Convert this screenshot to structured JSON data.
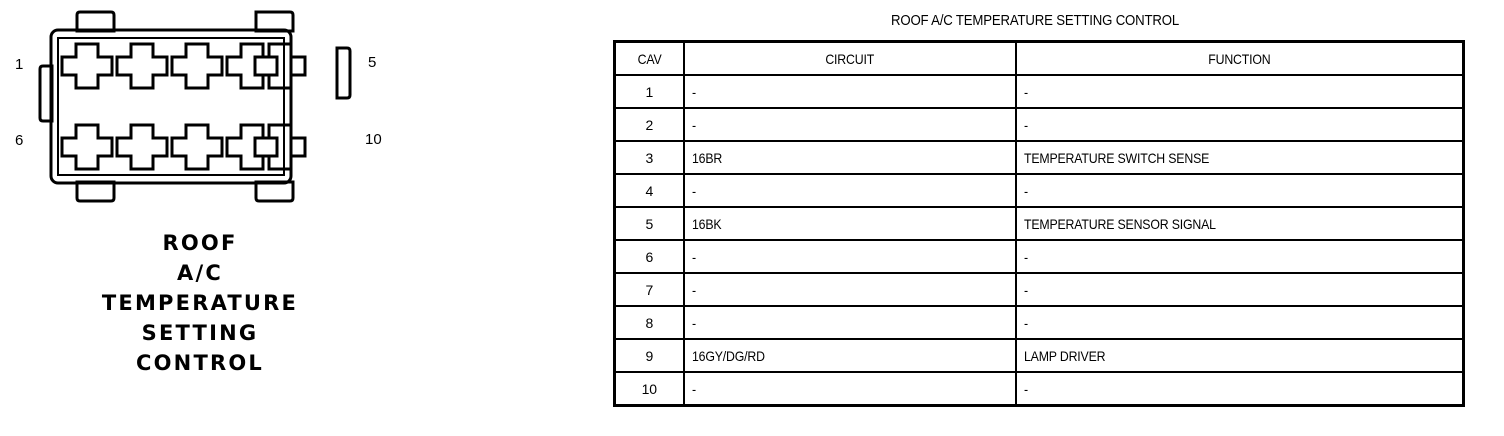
{
  "connector": {
    "name_lines": [
      "ROOF",
      "A/C",
      "TEMPERATURE",
      "SETTING",
      "CONTROL"
    ],
    "pin_labels": {
      "top_left": "1",
      "bottom_left": "6",
      "top_right": "5",
      "bottom_right": "10"
    },
    "rows": 2,
    "columns": 5,
    "total_cavities": 10
  },
  "table": {
    "title": "ROOF A/C TEMPERATURE SETTING CONTROL",
    "headers": [
      "CAV",
      "CIRCUIT",
      "FUNCTION"
    ],
    "rows": [
      {
        "cav": "1",
        "circuit": "-",
        "function": "-"
      },
      {
        "cav": "2",
        "circuit": "-",
        "function": "-"
      },
      {
        "cav": "3",
        "circuit": "16BR",
        "function": "TEMPERATURE SWITCH SENSE"
      },
      {
        "cav": "4",
        "circuit": "-",
        "function": "-"
      },
      {
        "cav": "5",
        "circuit": "16BK",
        "function": "TEMPERATURE SENSOR SIGNAL"
      },
      {
        "cav": "6",
        "circuit": "-",
        "function": "-"
      },
      {
        "cav": "7",
        "circuit": "-",
        "function": "-"
      },
      {
        "cav": "8",
        "circuit": "-",
        "function": "-"
      },
      {
        "cav": "9",
        "circuit": "16GY/DG/RD",
        "function": "LAMP DRIVER"
      },
      {
        "cav": "10",
        "circuit": "-",
        "function": "-"
      }
    ]
  },
  "colors": {
    "ink": "#000000",
    "paper": "#ffffff"
  }
}
